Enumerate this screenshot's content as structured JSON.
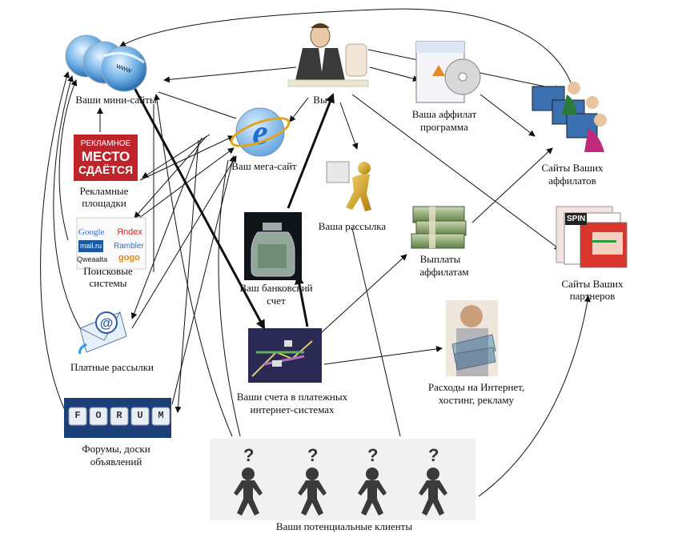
{
  "nodes": {
    "mini_sites": {
      "label": "Ваши мини-сайты",
      "caption_text": "www"
    },
    "you": {
      "label": "Вы"
    },
    "affiliate_program": {
      "label_line1": "Ваша аффилат",
      "label_line2": "программа"
    },
    "affiliate_sites": {
      "label_line1": "Сайты Ваших",
      "label_line2": "аффилатов"
    },
    "mega_site": {
      "label": "Ваш мега-сайт"
    },
    "ad_places": {
      "label_line1": "Рекламные",
      "label_line2": "площадки",
      "banner_line1": "РЕКЛАМНОЕ",
      "banner_line2": "МЕСТО",
      "banner_line3": "СДАЁТСЯ"
    },
    "mailing": {
      "label": "Ваша рассылка"
    },
    "search_engines": {
      "label_line1": "Поисковые",
      "label_line2": "системы",
      "logos": [
        "Google",
        "Яndex",
        "mail.ru",
        "Rambler",
        "Qweaalta",
        "gogo"
      ]
    },
    "bank_account": {
      "label_line1": "Ваш банковский",
      "label_line2": "счет"
    },
    "payouts": {
      "label_line1": "Выплаты",
      "label_line2": "аффилатам"
    },
    "partner_sites": {
      "label_line1": "Сайты Ваших",
      "label_line2": "партнеров",
      "screen_text": "SPIN"
    },
    "paid_mailings": {
      "label": "Платные рассылки"
    },
    "payment_systems": {
      "label_line1": "Ваши счета в платежных",
      "label_line2": "интернет-системах"
    },
    "expenses": {
      "label_line1": "Расходы на Интернет,",
      "label_line2": "хостинг, рекламу"
    },
    "forums": {
      "label_line1": "Форумы, доски",
      "label_line2": "объявлений",
      "keys": [
        "F",
        "O",
        "R",
        "U",
        "M"
      ]
    },
    "clients": {
      "label": "Ваши потенциальные клиенты",
      "question_mark": "?"
    }
  },
  "colors": {
    "line": "#111111",
    "banner_red": "#c0242b",
    "globe_blue": "#2a7fc6",
    "ie_blue": "#1e6fd0",
    "money_green": "#7a9a55",
    "gold": "#d6a21c",
    "forum_blue": "#1c3f7a",
    "partner_red": "#d9352b"
  }
}
